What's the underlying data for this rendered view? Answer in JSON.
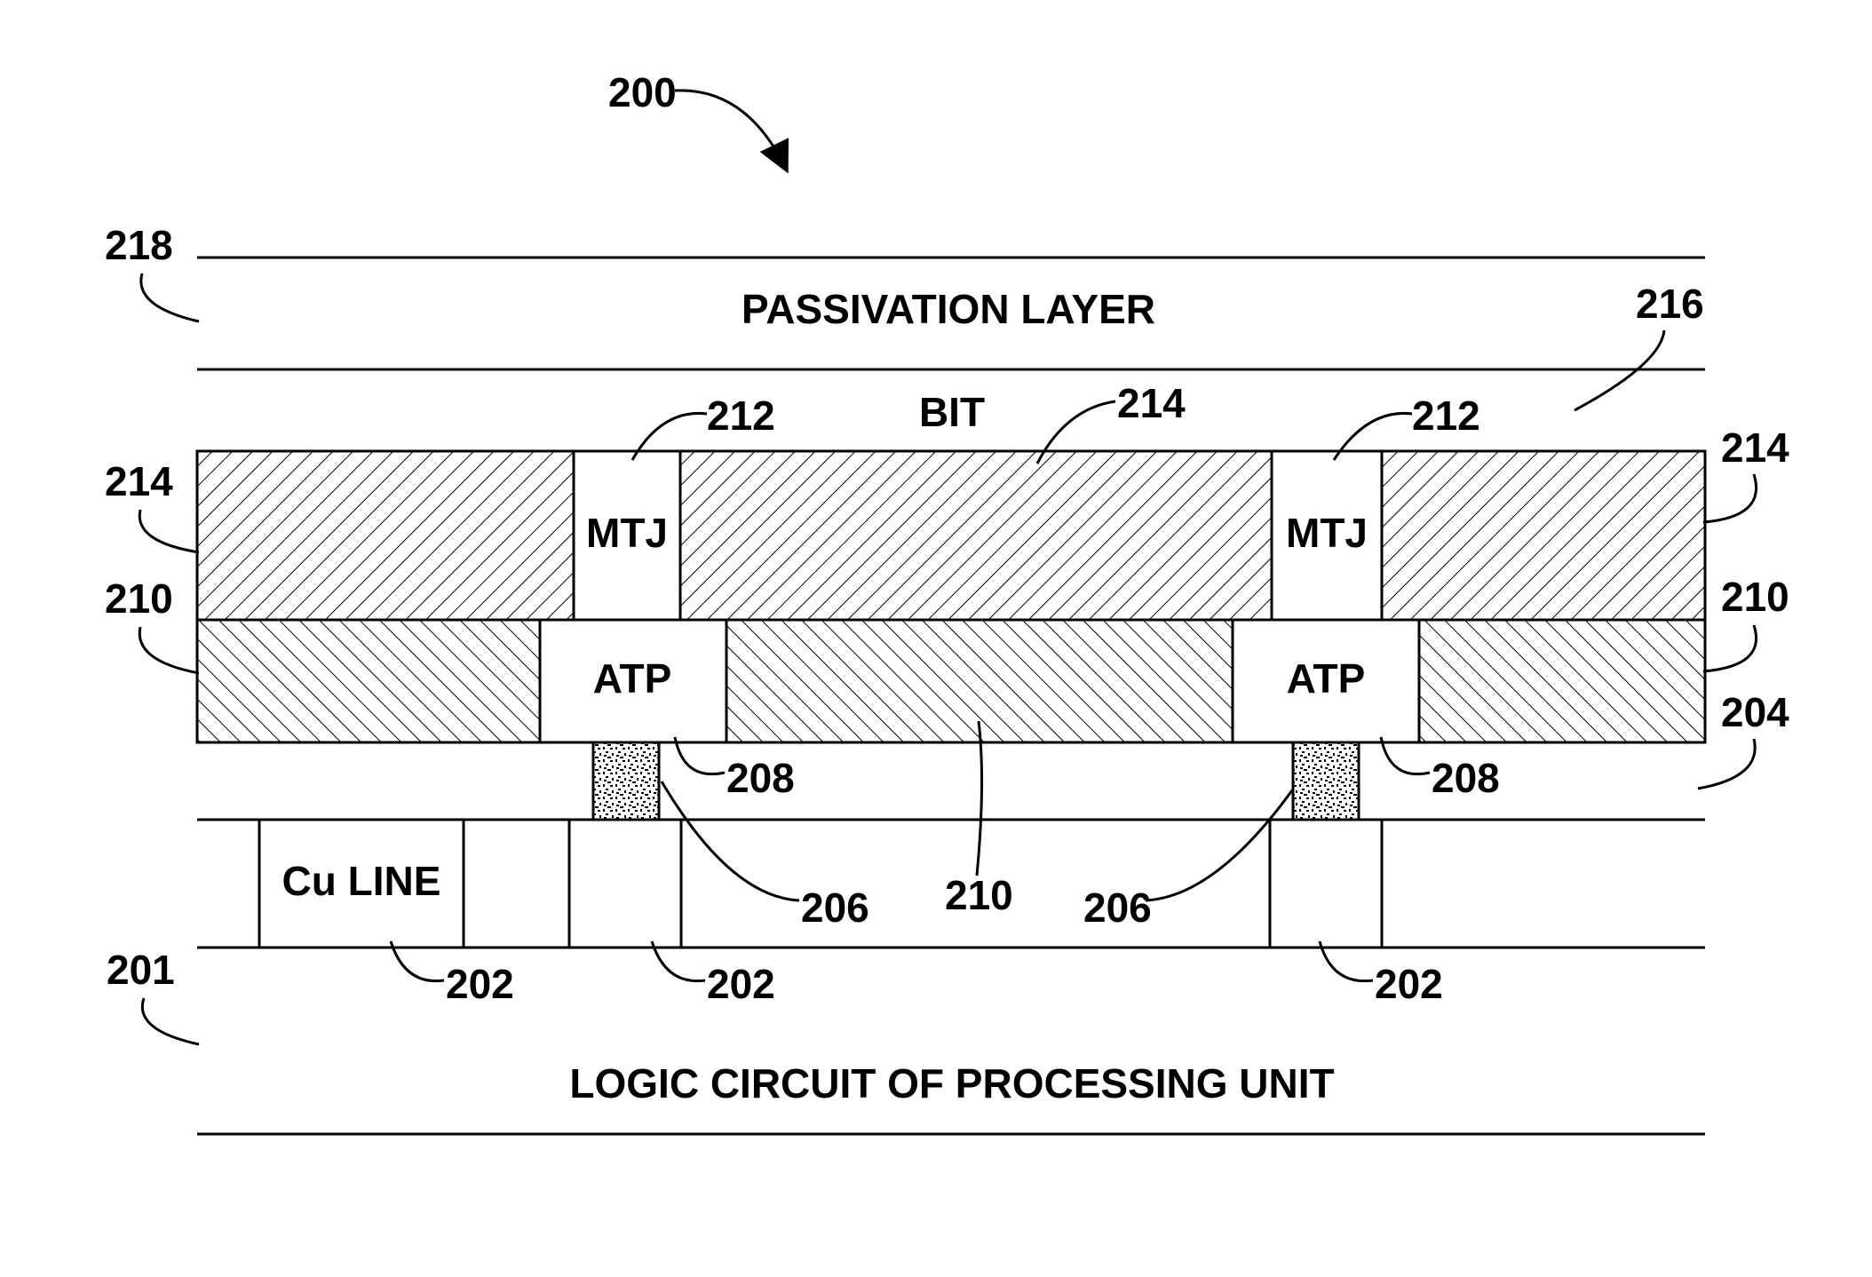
{
  "figure": {
    "number": "200",
    "layers": {
      "passivation": {
        "label": "PASSIVATION LAYER",
        "ref": "218"
      },
      "bit": {
        "label": "BIT",
        "ref": "216"
      },
      "logic": {
        "label": "LOGIC CIRCUIT OF PROCESSING UNIT",
        "ref": "201"
      },
      "via_layer_ref": "204"
    },
    "components": {
      "mtj_label": "MTJ",
      "atp_label": "ATP",
      "cu_line_label": "Cu LINE"
    },
    "refs": {
      "mtj": "212",
      "top_fill": "214",
      "atp_fill": "210",
      "atp": "208",
      "via": "206",
      "cu": "202"
    }
  }
}
